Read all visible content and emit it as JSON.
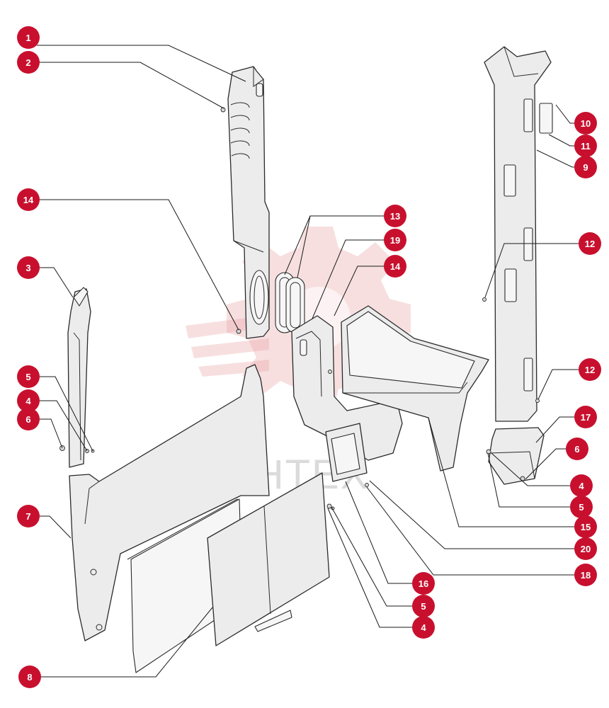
{
  "watermark": {
    "text": "ИНТЕХ",
    "color": "#e9a3a7"
  },
  "callout_color": "#c8102e",
  "callouts": [
    {
      "id": "c1",
      "label": "1"
    },
    {
      "id": "c2",
      "label": "2"
    },
    {
      "id": "c3",
      "label": "3"
    },
    {
      "id": "c4a",
      "label": "4"
    },
    {
      "id": "c4b",
      "label": "4"
    },
    {
      "id": "c4c",
      "label": "4"
    },
    {
      "id": "c5a",
      "label": "5"
    },
    {
      "id": "c5b",
      "label": "5"
    },
    {
      "id": "c5c",
      "label": "5"
    },
    {
      "id": "c6a",
      "label": "6"
    },
    {
      "id": "c6b",
      "label": "6"
    },
    {
      "id": "c7",
      "label": "7"
    },
    {
      "id": "c8",
      "label": "8"
    },
    {
      "id": "c9",
      "label": "9"
    },
    {
      "id": "c10",
      "label": "10"
    },
    {
      "id": "c11",
      "label": "11"
    },
    {
      "id": "c12a",
      "label": "12"
    },
    {
      "id": "c12b",
      "label": "12"
    },
    {
      "id": "c13",
      "label": "13"
    },
    {
      "id": "c14a",
      "label": "14"
    },
    {
      "id": "c14b",
      "label": "14"
    },
    {
      "id": "c15",
      "label": "15"
    },
    {
      "id": "c16",
      "label": "16"
    },
    {
      "id": "c17",
      "label": "17"
    },
    {
      "id": "c18",
      "label": "18"
    },
    {
      "id": "c19",
      "label": "19"
    },
    {
      "id": "c20",
      "label": "20"
    }
  ]
}
